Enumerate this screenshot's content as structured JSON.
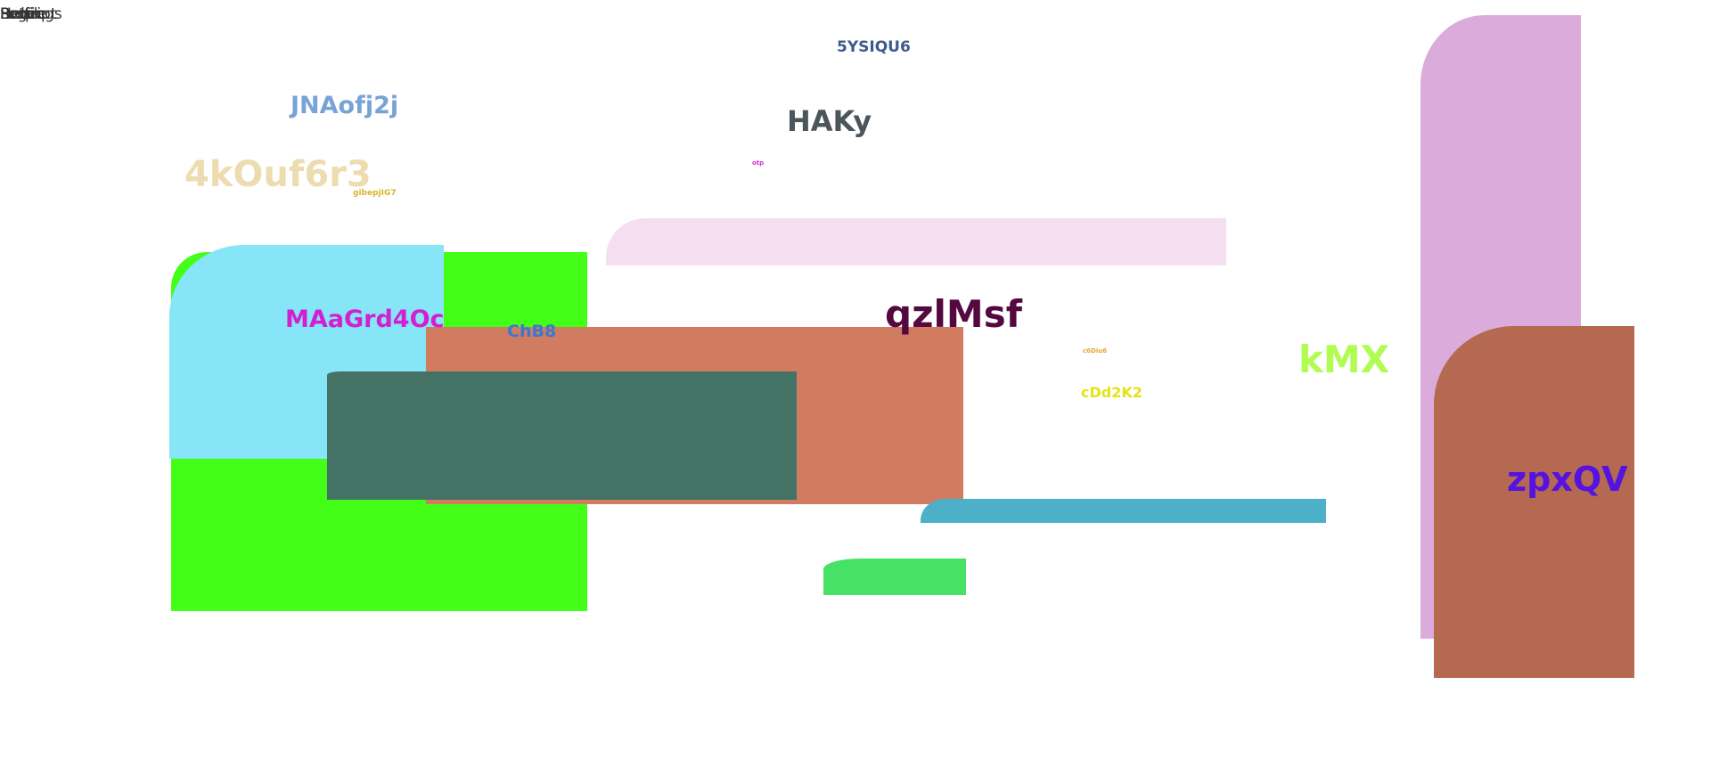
{
  "corner_labels": [
    "Profile",
    "Help",
    "Settings",
    "Home",
    "Login",
    "Receipt"
  ],
  "labels": {
    "l1": "5YSIQU6",
    "l2": "JNAofj2j",
    "l3": "HAKy",
    "l4": "4kOuf6r3",
    "l5": "gibepjIG7",
    "l6": "otp",
    "l7": "MAaGrd4Oc",
    "l8": "ChB8",
    "l9": "qzlMsf",
    "l10": "c6Diu6",
    "l11": "kMX",
    "l12": "cDd2K2",
    "l13": "zpxQV"
  },
  "colors": {
    "pink_tall": "#dbacdb",
    "green_big": "#43ff17",
    "cyan": "#86e5f6",
    "salmon": "#d17c60",
    "teal_dark": "#447264",
    "pink_light": "#f6def1",
    "brown": "#b46950",
    "cyan_bar": "#4bb0c8",
    "green_small": "#47e165",
    "l1": "#3f5a8e",
    "l2": "#77a3d6",
    "l3": "#4b555c",
    "l4": "#ecdcb0",
    "l5": "#dcb42a",
    "l6": "#d22ed3",
    "l7": "#d31fd2",
    "l8": "#3c78d2",
    "l9": "#54083f",
    "l10": "#e3a636",
    "l11": "#b0fc50",
    "l12": "#e5e217",
    "l13": "#5413e0"
  }
}
